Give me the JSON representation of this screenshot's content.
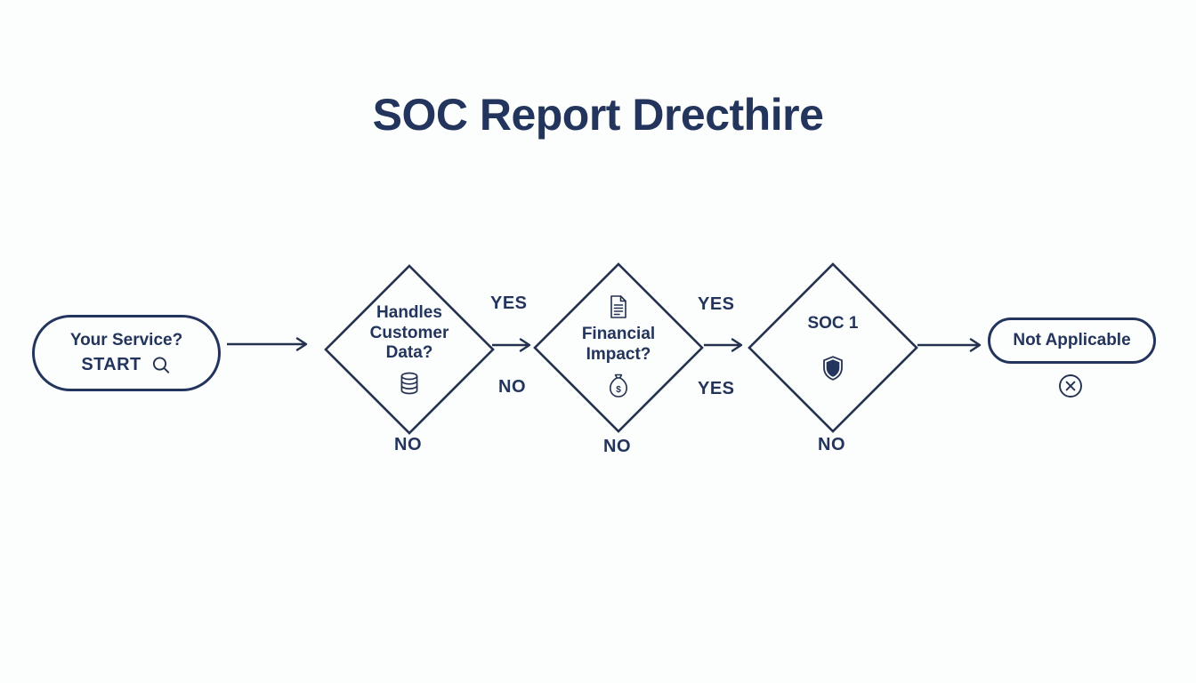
{
  "page": {
    "title": "SOC Report Drecthire",
    "background_color": "#fcfdfd",
    "accent_color": "#23355c",
    "stroke_color": "#24324f"
  },
  "chart_data": {
    "type": "diagram",
    "diagram_kind": "flowchart",
    "title": "SOC Report Drecthire",
    "orientation": "left-to-right",
    "nodes": [
      {
        "id": "start",
        "shape": "pill",
        "role": "terminator",
        "line1": "Your Service?",
        "line2": "START",
        "icon": "search-icon"
      },
      {
        "id": "decision-1",
        "shape": "diamond",
        "role": "decision",
        "label": "Handles\nCustomer\nData?",
        "icon_bottom": "database-icon"
      },
      {
        "id": "decision-2",
        "shape": "diamond",
        "role": "decision",
        "label": "Financial\nImpact?",
        "icon_top": "document-icon",
        "icon_bottom": "money-bag-icon"
      },
      {
        "id": "decision-3",
        "shape": "diamond",
        "role": "decision",
        "label": "SOC 1",
        "icon_bottom": "shield-icon"
      },
      {
        "id": "end",
        "shape": "pill",
        "role": "terminator",
        "label": "Not Applicable",
        "icon_below": "x-circle-icon"
      }
    ],
    "edges": [
      {
        "from": "start",
        "to": "decision-1",
        "label": ""
      },
      {
        "from": "decision-1",
        "to": "decision-2",
        "label_above": "YES",
        "label_below": "NO"
      },
      {
        "from": "decision-1",
        "to": "",
        "label_bottom": "NO"
      },
      {
        "from": "decision-2",
        "to": "decision-3",
        "label_above": "YES",
        "label_below": "YES"
      },
      {
        "from": "decision-2",
        "to": "",
        "label_bottom": "NO"
      },
      {
        "from": "decision-3",
        "to": "end",
        "label_bottom": "NO"
      }
    ]
  },
  "start_node": {
    "line1": "Your Service?",
    "line2": "START"
  },
  "decision1": {
    "label": "Handles\nCustomer\nData?",
    "label_yes": "YES",
    "label_no": "NO",
    "label_bottom": "NO"
  },
  "decision2": {
    "label": "Financial\nImpact?",
    "label_yes": "YES",
    "label_yes2": "YES",
    "label_bottom": "NO"
  },
  "decision3": {
    "label": "SOC 1",
    "label_bottom": "NO"
  },
  "end_node": {
    "label": "Not Applicable"
  }
}
